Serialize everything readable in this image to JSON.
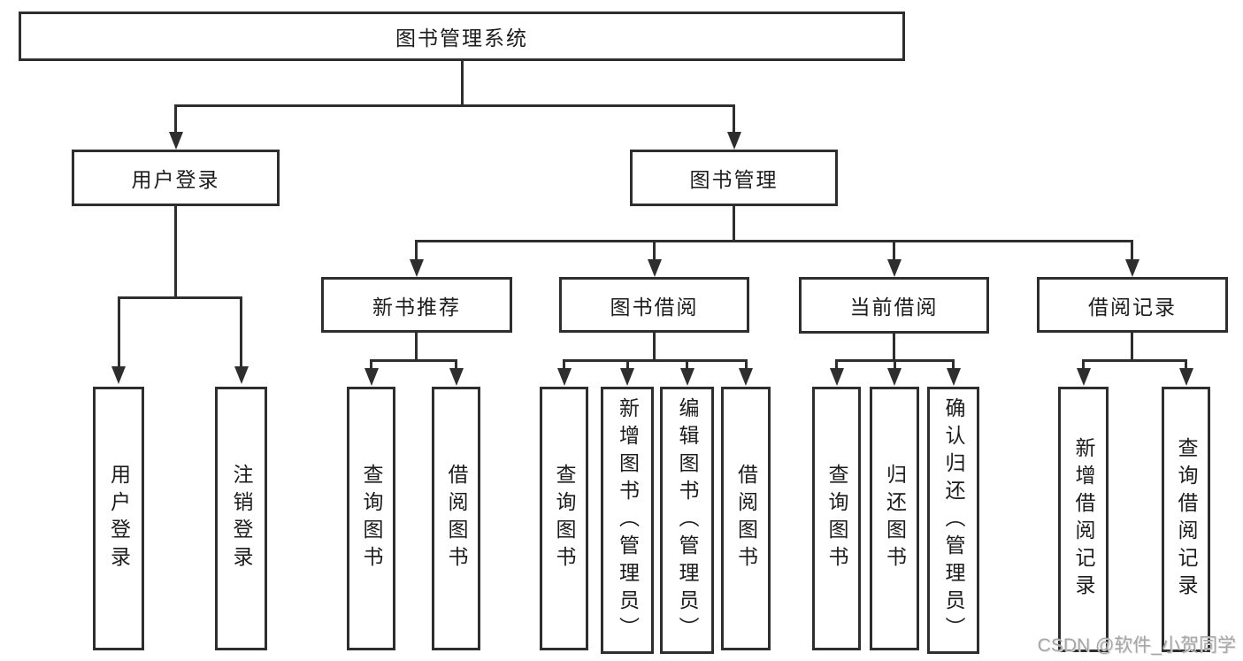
{
  "diagram": {
    "type": "hierarchy-tree",
    "style": {
      "line_color": "#2e2e2e",
      "text_color": "#1c1c1c",
      "background_color": "#ffffff",
      "watermark_color": "#a6a6a6"
    }
  },
  "tree": {
    "label": "图书管理系统",
    "children": [
      {
        "label": "用户登录",
        "children": [
          {
            "label": "用户登录"
          },
          {
            "label": "注销登录"
          }
        ]
      },
      {
        "label": "图书管理",
        "children": [
          {
            "label": "新书推荐",
            "children": [
              {
                "label": "查询图书"
              },
              {
                "label": "借阅图书"
              }
            ]
          },
          {
            "label": "图书借阅",
            "children": [
              {
                "label": "查询图书"
              },
              {
                "label": "新增图书（管理员）"
              },
              {
                "label": "编辑图书（管理员）"
              },
              {
                "label": "借阅图书"
              }
            ]
          },
          {
            "label": "当前借阅",
            "children": [
              {
                "label": "查询图书"
              },
              {
                "label": "归还图书"
              },
              {
                "label": "确认归还（管理员）"
              }
            ]
          },
          {
            "label": "借阅记录",
            "children": [
              {
                "label": "新增借阅记录"
              },
              {
                "label": "查询借阅记录"
              }
            ]
          }
        ]
      }
    ]
  },
  "watermark": {
    "text": "CSDN @软件_小贺同学"
  }
}
